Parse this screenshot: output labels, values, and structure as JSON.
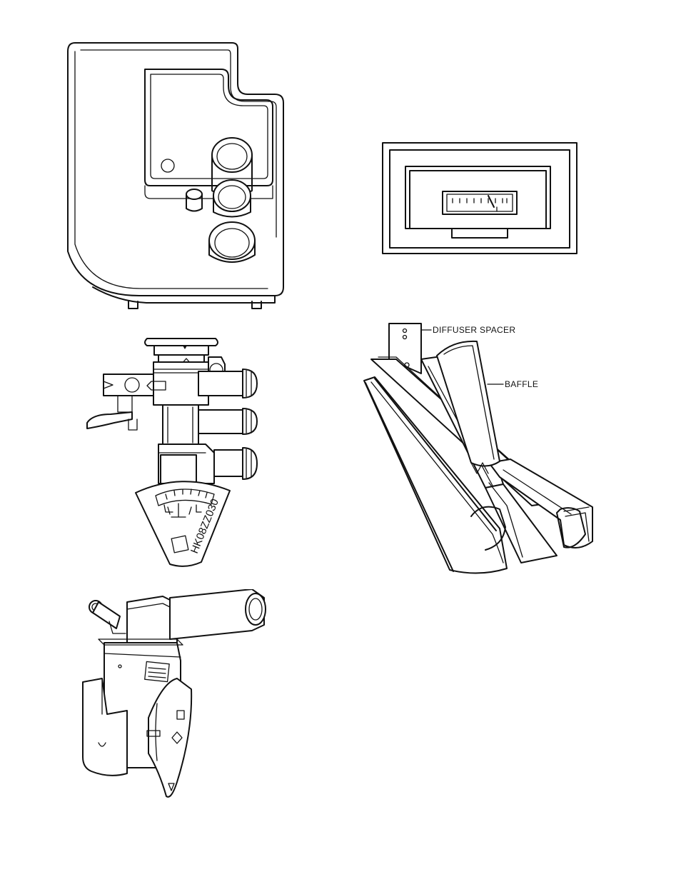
{
  "figures": {
    "valve_body": {
      "icon": "gas-valve-housing-illustration"
    },
    "meter": {
      "icon": "meter-gauge-illustration"
    },
    "gas_control": {
      "icon": "gas-control-valve-illustration",
      "part_number": "HK08ZZ030"
    },
    "diffuser": {
      "icon": "diffuser-baffle-illustration",
      "labels": {
        "spacer": "DIFFUSER SPACER",
        "baffle": "BAFFLE"
      }
    },
    "ignition_valve": {
      "icon": "ignition-valve-illustration"
    }
  }
}
